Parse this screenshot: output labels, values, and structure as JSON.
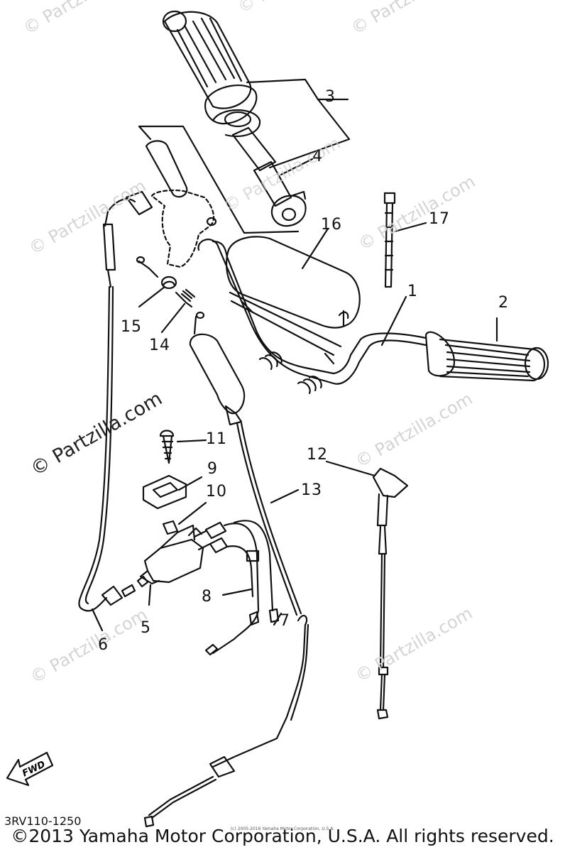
{
  "watermarks": [
    "© Partzilla.com",
    "© Partzilla.com",
    "© Partzilla.com",
    "© Partzilla.com",
    "© Partzilla.com",
    "© Partzilla.com",
    "© Partzilla.com",
    "© Partzilla.com",
    "© Partzilla.com",
    "© Partzilla.com"
  ],
  "callouts": [
    "1",
    "2",
    "3",
    "4",
    "5",
    "6",
    "7",
    "8",
    "9",
    "10",
    "11",
    "12",
    "13",
    "14",
    "15",
    "16",
    "17"
  ],
  "fwd_label": "FWD",
  "part_code": "3RV110-1250",
  "copyright": "©2013 Yamaha Motor Corporation, U.S.A. All rights reserved.",
  "tiny_copyright": "(c) 2005-2016 Yamaha Motor Corporation, U.S.A.",
  "icons": {
    "fwd_arrow": "fwd-arrow-icon"
  }
}
